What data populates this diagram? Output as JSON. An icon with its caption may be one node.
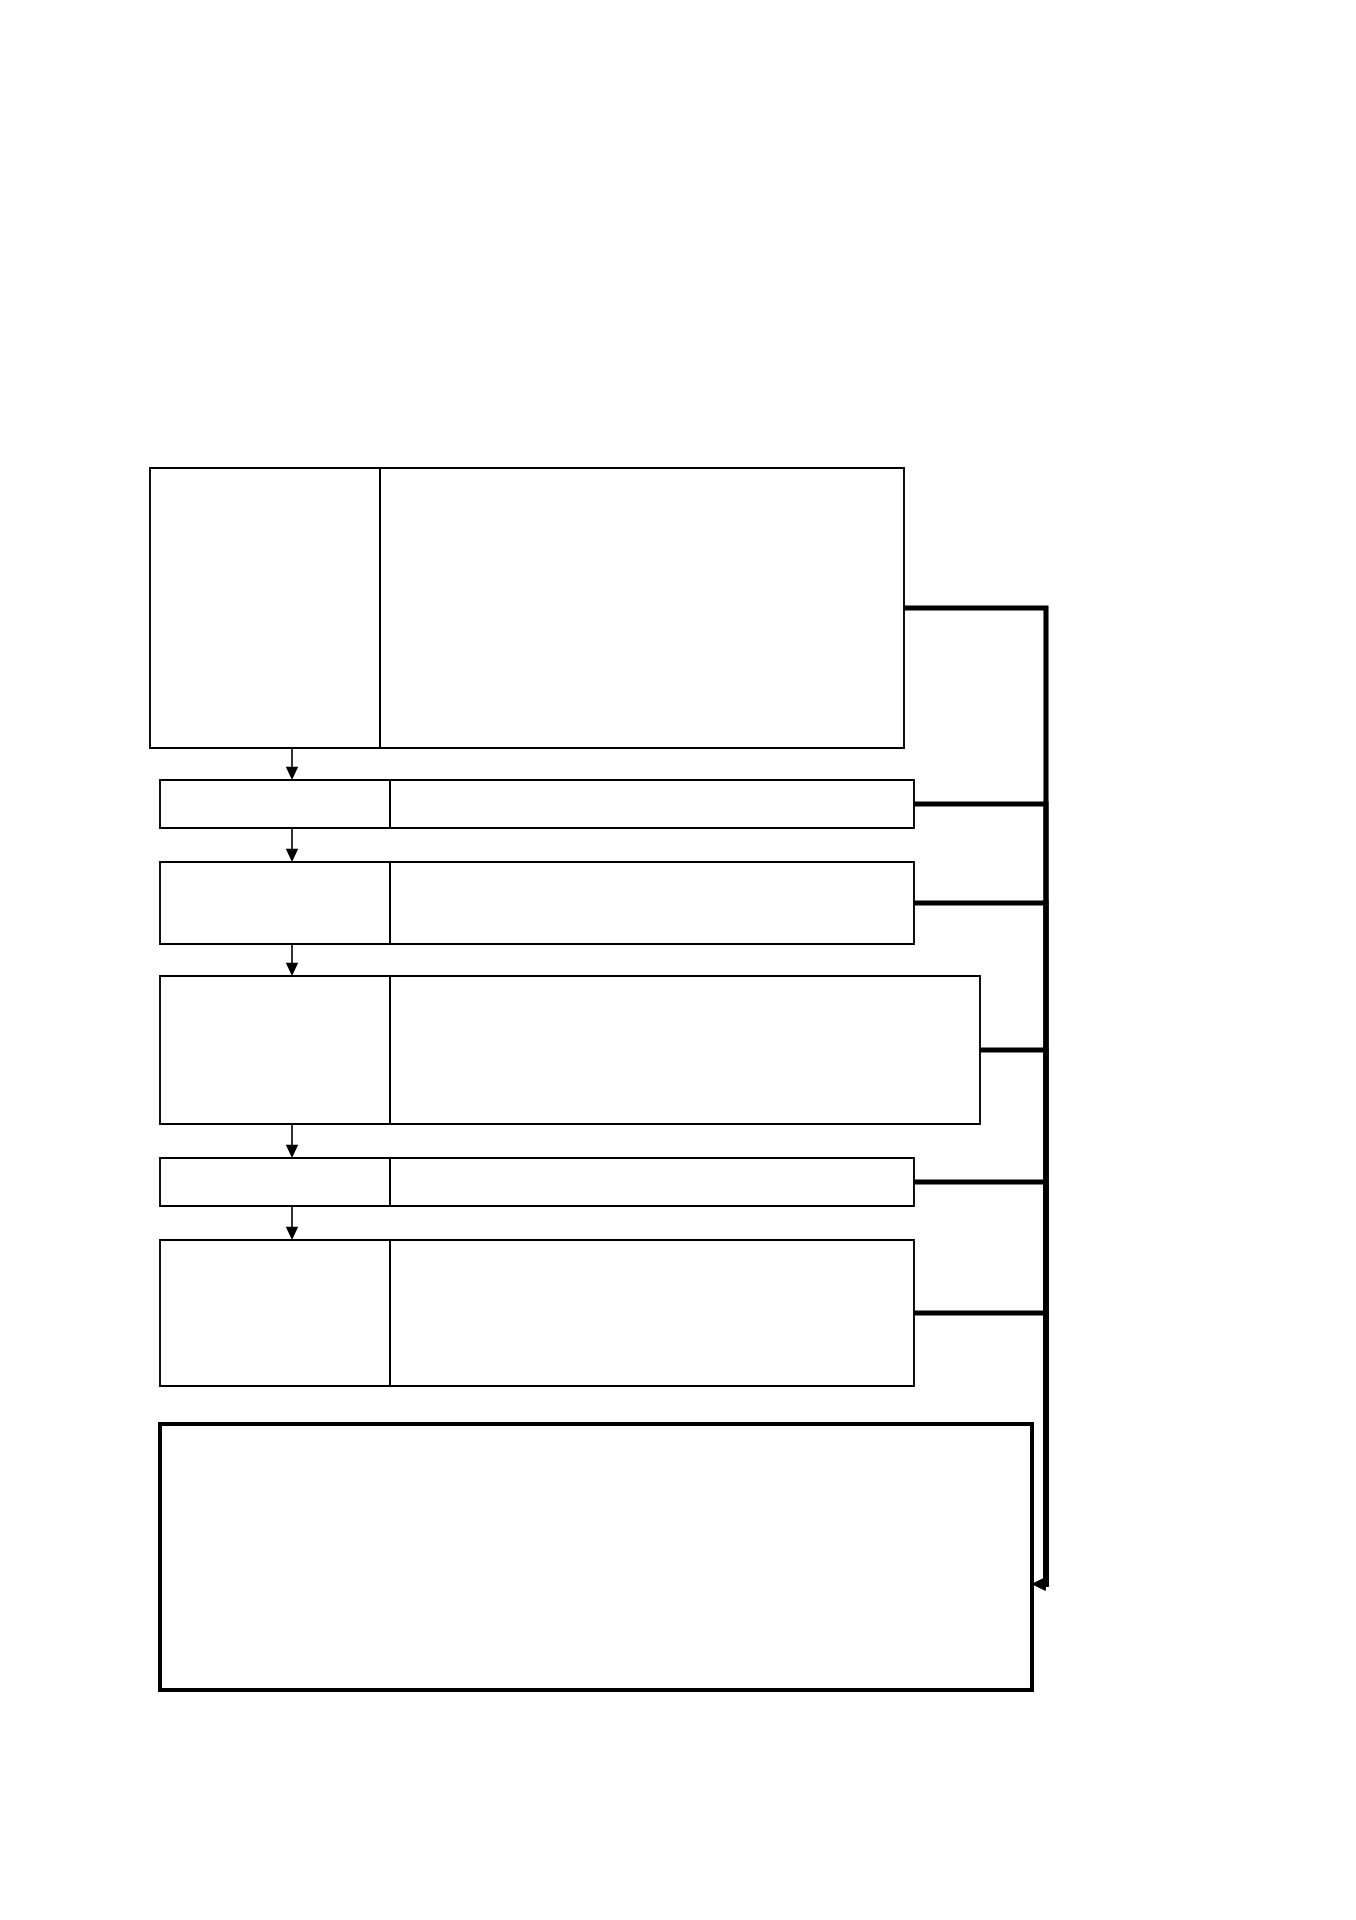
{
  "diagram": {
    "nodes": [
      {
        "text": [],
        "shape": "box"
      },
      {
        "text": [],
        "shape": "box"
      },
      {
        "text": [],
        "shape": "box"
      },
      {
        "text": [],
        "shape": "box"
      },
      {
        "text": [],
        "shape": "box"
      },
      {
        "text": [],
        "shape": "box"
      },
      {
        "text": [],
        "shape": "box"
      },
      {
        "text": [],
        "shape": "box"
      },
      {
        "text": [],
        "shape": "box"
      },
      {
        "text": [],
        "shape": "box"
      },
      {
        "text": [],
        "shape": "box"
      },
      {
        "text": [],
        "shape": "box"
      },
      {
        "text": [],
        "shape": "box"
      }
    ],
    "edges": [
      {
        "from": 0,
        "to": 2,
        "arrow": "to"
      },
      {
        "from": 2,
        "to": 4,
        "arrow": "to"
      },
      {
        "from": 4,
        "to": 6,
        "arrow": "to"
      },
      {
        "from": 6,
        "to": 8,
        "arrow": "to"
      },
      {
        "from": 8,
        "to": 10,
        "arrow": "to"
      },
      {
        "from": 1,
        "to": 12,
        "arrow": "to"
      },
      {
        "from": 3,
        "to": 12,
        "arrow": "to"
      },
      {
        "from": 5,
        "to": 12,
        "arrow": "to"
      },
      {
        "from": 7,
        "to": 12,
        "arrow": "to"
      },
      {
        "from": 9,
        "to": 12,
        "arrow": "to"
      },
      {
        "from": 11,
        "to": 12,
        "arrow": "to"
      }
    ]
  }
}
